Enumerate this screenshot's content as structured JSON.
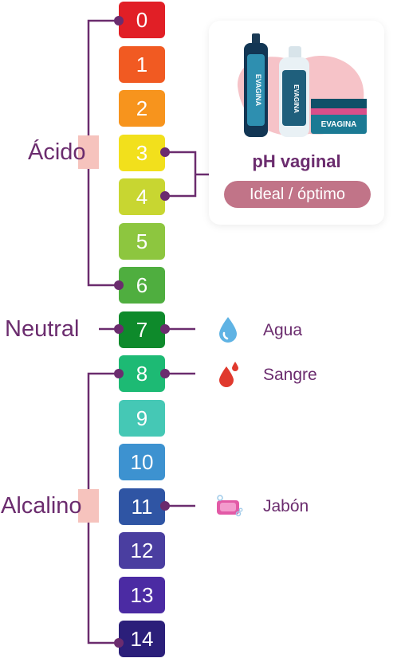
{
  "scale": [
    {
      "value": "0",
      "color": "#e11f26"
    },
    {
      "value": "1",
      "color": "#f15a22"
    },
    {
      "value": "2",
      "color": "#f7941d"
    },
    {
      "value": "3",
      "color": "#f2e01c"
    },
    {
      "value": "4",
      "color": "#c8d631"
    },
    {
      "value": "5",
      "color": "#8dc63f"
    },
    {
      "value": "6",
      "color": "#4fae3f"
    },
    {
      "value": "7",
      "color": "#0e8a2b"
    },
    {
      "value": "8",
      "color": "#1dba74"
    },
    {
      "value": "9",
      "color": "#45c8b5"
    },
    {
      "value": "10",
      "color": "#3d92d0"
    },
    {
      "value": "11",
      "color": "#2f55a4"
    },
    {
      "value": "12",
      "color": "#4a3ea0"
    },
    {
      "value": "13",
      "color": "#4b2ba3"
    },
    {
      "value": "14",
      "color": "#2b1f7a"
    }
  ],
  "groups": {
    "acid": "Ácido",
    "neutral": "Neutral",
    "alkaline": "Alcalino"
  },
  "items": [
    {
      "label": "Agua",
      "icon": "water-drop-icon"
    },
    {
      "label": "Sangre",
      "icon": "blood-drop-icon"
    },
    {
      "label": "Jabón",
      "icon": "soap-icon"
    }
  ],
  "card": {
    "brand": "EVAGINA",
    "title": "pH vaginal",
    "badge": "Ideal / óptimo"
  },
  "colors": {
    "connector": "#6b2c6e",
    "marker": "#f6c3bd",
    "badge": "#c17488"
  }
}
